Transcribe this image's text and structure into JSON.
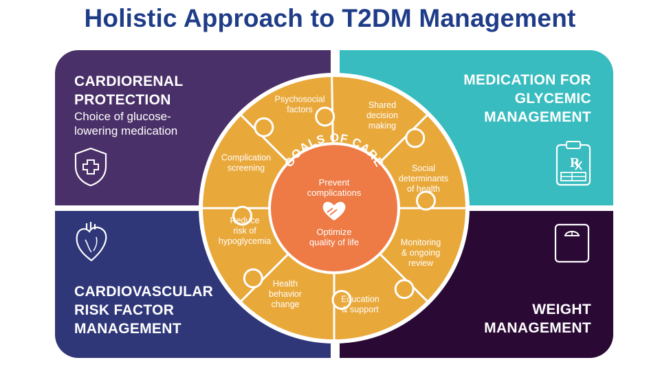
{
  "title": "Holistic Approach to T2DM Management",
  "quadrants": {
    "top_left": {
      "heading_lines": [
        "CARDIORENAL",
        "PROTECTION"
      ],
      "sub_lines": [
        "Choice of glucose-",
        "lowering medication"
      ],
      "icon": "shield-cross-icon"
    },
    "top_right": {
      "heading_lines": [
        "MEDICATION FOR",
        "GLYCEMIC",
        "MANAGEMENT"
      ],
      "icon": "prescription-clipboard-icon"
    },
    "bottom_left": {
      "heading_lines": [
        "CARDIOVASCULAR",
        "RISK FACTOR",
        "MANAGEMENT"
      ],
      "icon": "heart-icon"
    },
    "bottom_right": {
      "heading_lines": [
        "WEIGHT",
        "MANAGEMENT"
      ],
      "icon": "scale-icon"
    }
  },
  "wheel": {
    "pieces": [
      {
        "lines": [
          "Psychosocial",
          "factors"
        ]
      },
      {
        "lines": [
          "Shared",
          "decision",
          "making"
        ]
      },
      {
        "lines": [
          "Social",
          "determinants",
          "of health"
        ]
      },
      {
        "lines": [
          "Monitoring",
          "& ongoing",
          "review"
        ]
      },
      {
        "lines": [
          "Education",
          "& support"
        ]
      },
      {
        "lines": [
          "Health",
          "behavior",
          "change"
        ]
      },
      {
        "lines": [
          "Reduce",
          "risk of",
          "hypoglycemia"
        ]
      },
      {
        "lines": [
          "Complication",
          "screening"
        ]
      }
    ],
    "center": {
      "arc_label": "GOALS OF CARE",
      "top_lines": [
        "Prevent",
        "complications"
      ],
      "bottom_lines": [
        "Optimize",
        "quality of life"
      ],
      "icon": "heart-hands-icon"
    }
  },
  "colors": {
    "title": "#1f3c88",
    "cardiorenal": "#4a3068",
    "medication": "#38bcbf",
    "cardiovascular": "#2f3778",
    "weight": "#2a0a35",
    "ring": "#e9a83a",
    "center": "#ee7a45"
  }
}
